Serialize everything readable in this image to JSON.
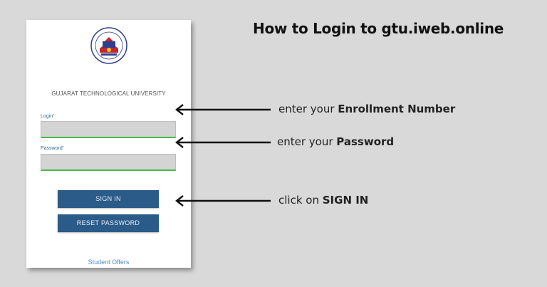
{
  "page": {
    "title": "How to Login to gtu.iweb.online"
  },
  "login_card": {
    "logo_icon": "gtu-seal-icon",
    "university_name": "GUJARAT TECHNOLOGICAL UNIVERSITY",
    "login_label": "Login",
    "login_required_mark": "*",
    "login_value": "",
    "password_label": "Password",
    "password_required_mark": "*",
    "password_value": "",
    "sign_in_label": "SIGN IN",
    "reset_password_label": "RESET PASSWORD",
    "student_offers_label": "Student Offers"
  },
  "annotations": {
    "login_hint_prefix": "enter your ",
    "login_hint_bold": "Enrollment Number",
    "password_hint_prefix": "enter your ",
    "password_hint_bold": "Password",
    "signin_hint_prefix": "click on ",
    "signin_hint_bold": "SIGN IN"
  },
  "colors": {
    "background": "#d9d9d9",
    "button": "#2b5b88",
    "field_underline": "#5cc15c",
    "link": "#4f8ec5",
    "arrow": "#111111"
  }
}
